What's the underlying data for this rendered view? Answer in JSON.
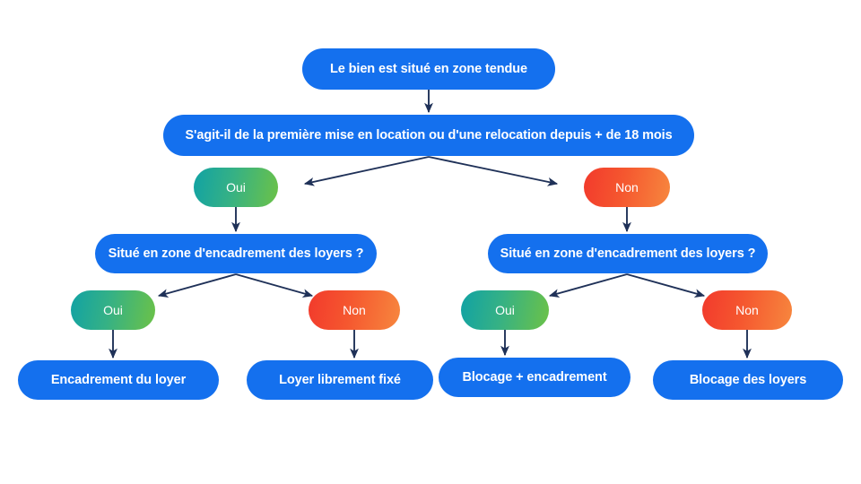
{
  "diagram": {
    "title": "Arbre de décision encadrement des loyers",
    "background_color": "#ffffff",
    "arrow_color": "#1f3158",
    "colors": {
      "node_blue": "#1470ee",
      "yes_gradient_start": "#11a2a4",
      "yes_gradient_end": "#6cc247",
      "no_gradient_start": "#f23a2c",
      "no_gradient_end": "#f7873e",
      "node_text": "#ffffff"
    },
    "nodes": {
      "root_question": "Le bien est situé en zone tendue",
      "first_question": "S'agit-il de la première mise en location ou d'une relocation depuis + de 18 mois",
      "branch1_yes": "Oui",
      "branch1_no": "Non",
      "zone_question_left": "Situé en zone d'encadrement des loyers ?",
      "zone_question_right": "Situé en zone d'encadrement des loyers ?",
      "left_yes": "Oui",
      "left_no": "Non",
      "right_yes": "Oui",
      "right_no": "Non",
      "result_1": "Encadrement du loyer",
      "result_2": "Loyer librement fixé",
      "result_3": "Blocage + encadrement",
      "result_4": "Blocage des loyers"
    }
  }
}
